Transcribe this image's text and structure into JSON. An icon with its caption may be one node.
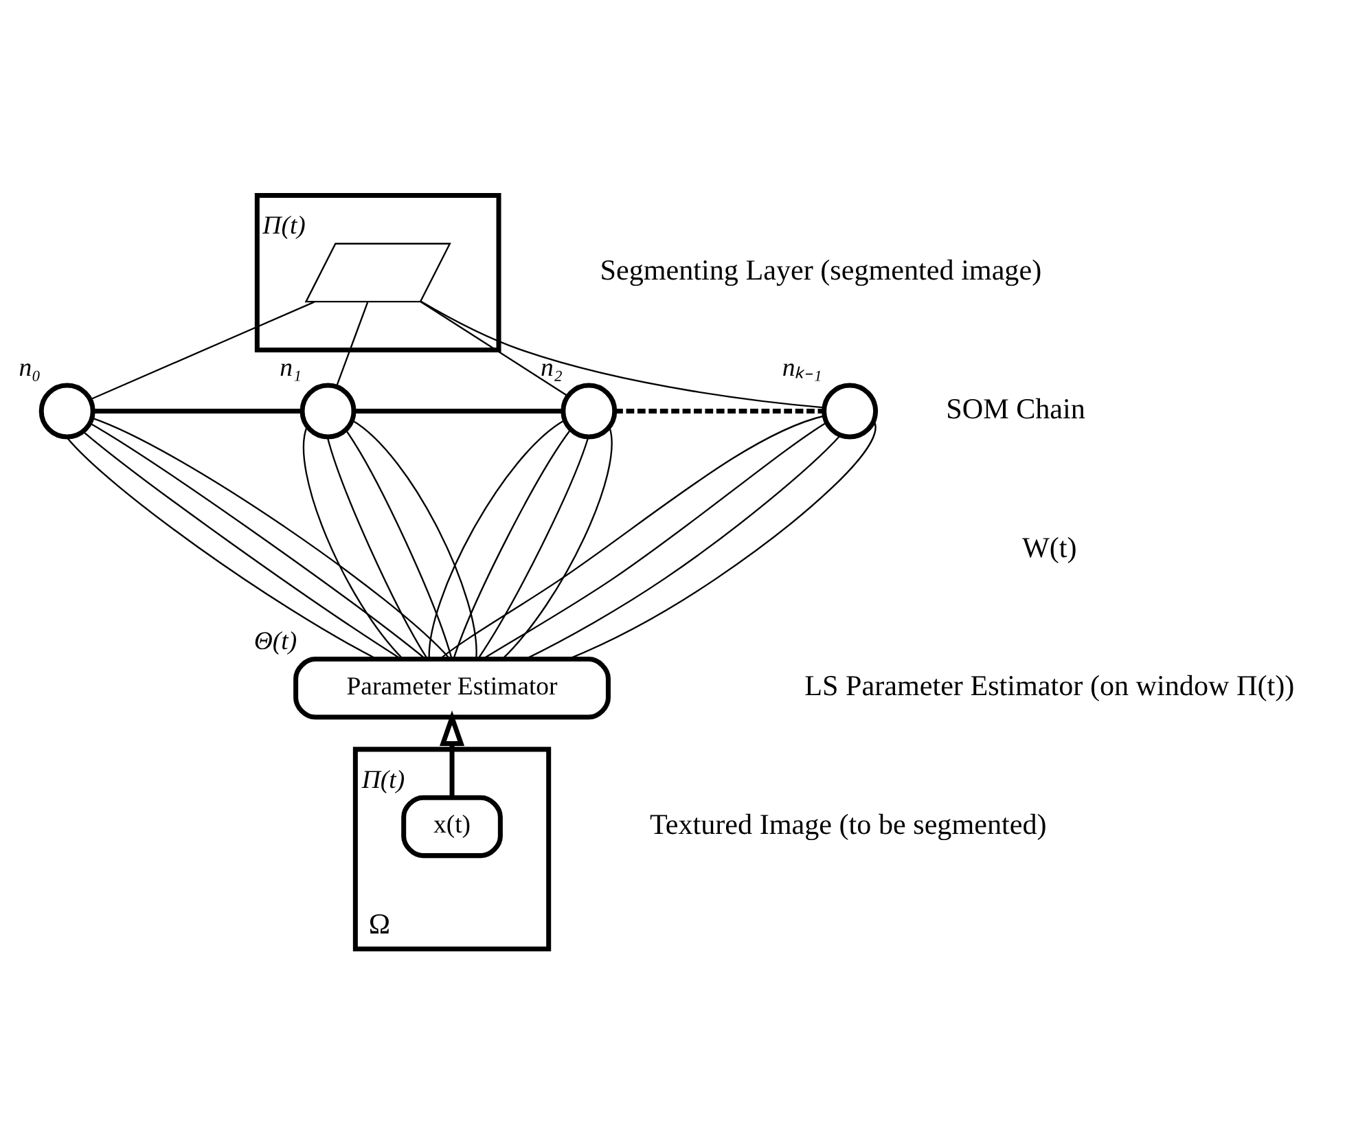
{
  "diagram": {
    "nodes": [
      {
        "text": [],
        "shape": "parallelogram"
      },
      {
        "text": [],
        "shape": "parallelogram",
        "in": 0,
        "beside": [
          "Π(t)"
        ]
      },
      {
        "text": [],
        "shape": "circle",
        "beside": [
          "n₀"
        ]
      },
      {
        "text": [],
        "shape": "circle",
        "beside": [
          "n₁"
        ]
      },
      {
        "text": [],
        "shape": "circle",
        "beside": [
          "n₂"
        ]
      },
      {
        "text": [],
        "shape": "circle",
        "beside": [
          "nₖ₋₁"
        ]
      },
      {
        "text": [
          "Parameter Estimator"
        ],
        "beside": [
          "Θ(t)"
        ]
      },
      {
        "text": [
          "Ω"
        ]
      },
      {
        "text": [
          "x(t)"
        ],
        "in": 7,
        "beside": [
          "Π(t)"
        ]
      }
    ],
    "edges": [
      {
        "from": 1,
        "to": 2,
        "arrow": "none"
      },
      {
        "from": 1,
        "to": 3,
        "arrow": "none"
      },
      {
        "from": 1,
        "to": 4,
        "arrow": "none"
      },
      {
        "from": 1,
        "to": 5,
        "arrow": "none"
      },
      {
        "from": 2,
        "to": 3,
        "arrow": "none",
        "style": "thick"
      },
      {
        "from": 3,
        "to": 4,
        "arrow": "none",
        "style": "thick"
      },
      {
        "from": 4,
        "to": 5,
        "arrow": "none",
        "style": "dashed"
      },
      {
        "from": 2,
        "to": 6,
        "arrow": "none"
      },
      {
        "from": 2,
        "to": 6,
        "arrow": "none"
      },
      {
        "from": 2,
        "to": 6,
        "arrow": "none"
      },
      {
        "from": 2,
        "to": 6,
        "arrow": "none"
      },
      {
        "from": 3,
        "to": 6,
        "arrow": "none"
      },
      {
        "from": 3,
        "to": 6,
        "arrow": "none"
      },
      {
        "from": 3,
        "to": 6,
        "arrow": "none"
      },
      {
        "from": 3,
        "to": 6,
        "arrow": "none"
      },
      {
        "from": 4,
        "to": 6,
        "arrow": "none"
      },
      {
        "from": 4,
        "to": 6,
        "arrow": "none"
      },
      {
        "from": 4,
        "to": 6,
        "arrow": "none"
      },
      {
        "from": 4,
        "to": 6,
        "arrow": "none"
      },
      {
        "from": 5,
        "to": 6,
        "arrow": "none"
      },
      {
        "from": 5,
        "to": 6,
        "arrow": "none"
      },
      {
        "from": 5,
        "to": 6,
        "arrow": "none"
      },
      {
        "from": 5,
        "to": 6,
        "arrow": "none"
      },
      {
        "from": 8,
        "to": 6,
        "arrow": "to",
        "style": "thick"
      }
    ],
    "labels": [
      "Segmenting Layer (segmented image)",
      "SOM Chain",
      "W(t)",
      "LS Parameter Estimator (on window Π(t))",
      "Textured Image (to be segmented)"
    ]
  }
}
